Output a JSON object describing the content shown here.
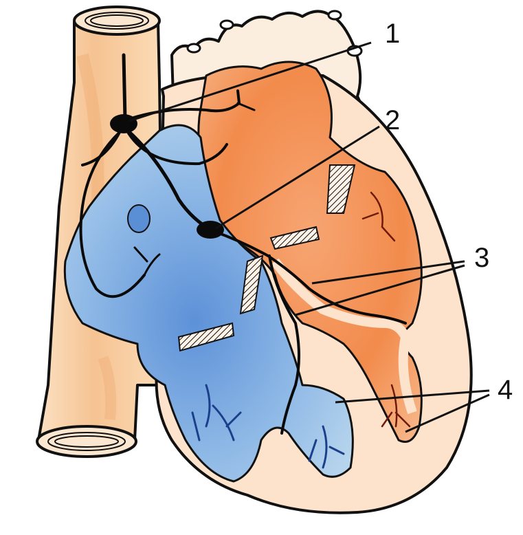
{
  "colors": {
    "background": "#ffffff",
    "outline": "#111111",
    "vessel": "#f7c89a",
    "vessel_shade": "#efa96a",
    "heart_wall": "#fde2cc",
    "atrium_wall": "#fbeede",
    "left_chamber": "#f38a4a",
    "left_chamber_light": "#f8b084",
    "right_chamber": "#a9cce8",
    "right_chamber_dark": "#5a8fd6",
    "conduction": "#0a0a0a",
    "septum": "#fce6d4"
  },
  "labels": [
    {
      "id": "1",
      "text": "1"
    },
    {
      "id": "2",
      "text": "2"
    },
    {
      "id": "3",
      "text": "3"
    },
    {
      "id": "4",
      "text": "4"
    }
  ]
}
